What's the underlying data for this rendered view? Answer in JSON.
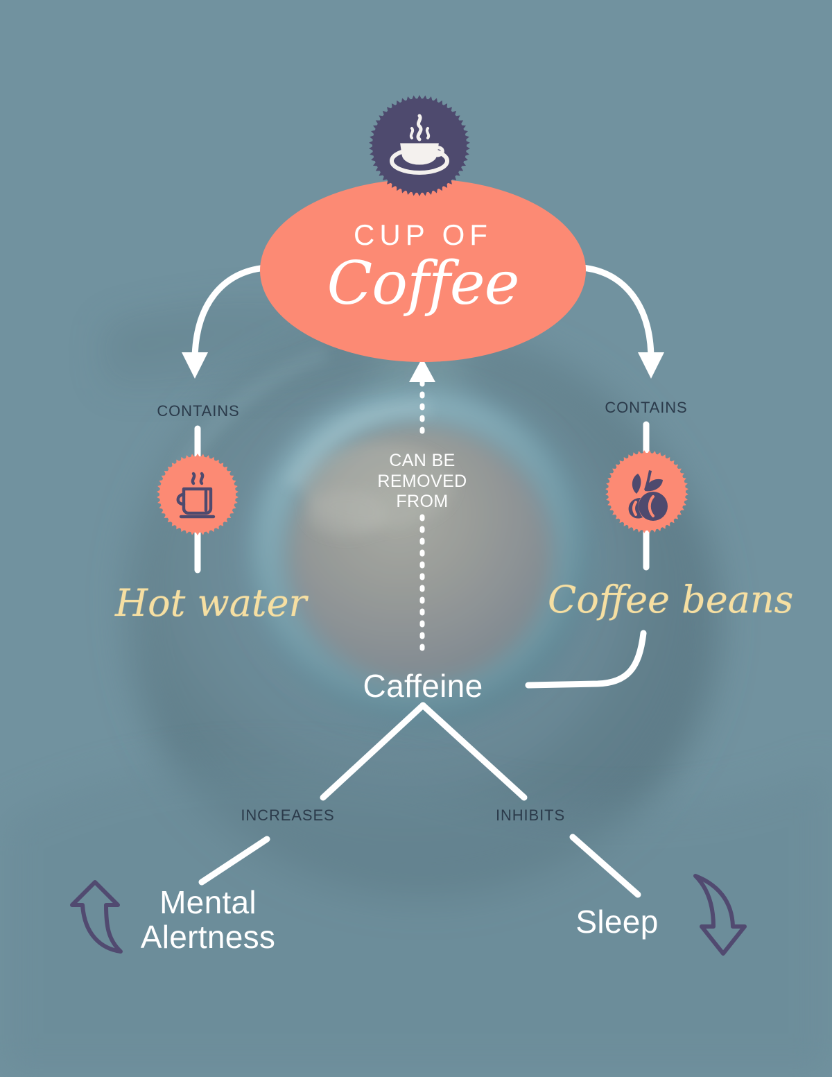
{
  "theme": {
    "background": "#71929f",
    "coral": "#fc8a74",
    "deep_purple": "#4e4a6e",
    "script_yellow": "#f6dfa2",
    "label_dark": "#2b3a4a",
    "white": "#ffffff"
  },
  "hero": {
    "kicker": "CUP OF",
    "script": "Coffee",
    "badge_icon": "coffee-cup-icon"
  },
  "chart_data": {
    "type": "diagram",
    "title": "Cup of Coffee",
    "nodes": [
      {
        "id": "cup-of-coffee",
        "label": "CUP OF Coffee",
        "kind": "root"
      },
      {
        "id": "hot-water",
        "label": "Hot water",
        "kind": "ingredient",
        "icon": "steaming-mug-icon"
      },
      {
        "id": "coffee-beans",
        "label": "Coffee beans",
        "kind": "ingredient",
        "icon": "coffee-bean-branch-icon"
      },
      {
        "id": "caffeine",
        "label": "Caffeine",
        "kind": "compound"
      },
      {
        "id": "mental-alertness",
        "label": "Mental Alertness",
        "kind": "effect",
        "indicator": "up-arrow-icon"
      },
      {
        "id": "sleep",
        "label": "Sleep",
        "kind": "effect",
        "indicator": "down-arrow-icon"
      }
    ],
    "edges": [
      {
        "from": "cup-of-coffee",
        "to": "hot-water",
        "label": "CONTAINS",
        "style": "curved-arrow"
      },
      {
        "from": "cup-of-coffee",
        "to": "coffee-beans",
        "label": "CONTAINS",
        "style": "curved-arrow"
      },
      {
        "from": "caffeine",
        "to": "cup-of-coffee",
        "label": "CAN BE REMOVED FROM",
        "style": "dotted-arrow"
      },
      {
        "from": "coffee-beans",
        "to": "caffeine",
        "label": "",
        "style": "curved-connector"
      },
      {
        "from": "caffeine",
        "to": "mental-alertness",
        "label": "INCREASES",
        "style": "straight-line"
      },
      {
        "from": "caffeine",
        "to": "sleep",
        "label": "INHIBITS",
        "style": "straight-line"
      }
    ]
  },
  "labels": {
    "contains_left": "CONTAINS",
    "contains_right": "CONTAINS",
    "can_be_removed_from": "CAN BE\nREMOVED\nFROM",
    "can_be_removed_line1": "CAN BE",
    "can_be_removed_line2": "REMOVED",
    "can_be_removed_line3": "FROM",
    "increases": "INCREASES",
    "inhibits": "INHIBITS"
  },
  "nodes": {
    "hot_water": "Hot water",
    "coffee_beans": "Coffee beans",
    "caffeine": "Caffeine",
    "mental_alertness_line1": "Mental",
    "mental_alertness_line2": "Alertness",
    "sleep": "Sleep"
  }
}
